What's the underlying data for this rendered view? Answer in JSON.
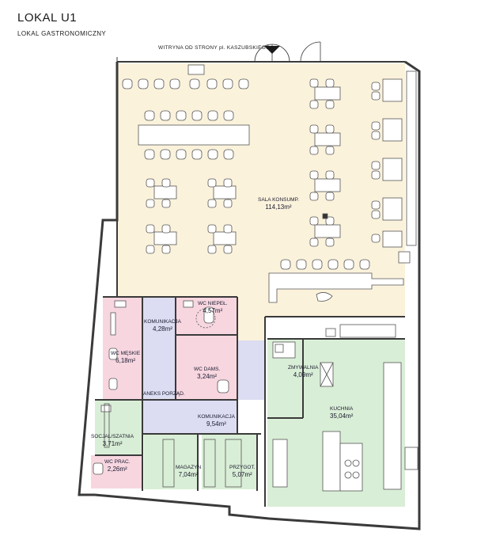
{
  "header": {
    "title": "LOKAL U1",
    "subtitle": "LOKAL GASTRONOMICZNY"
  },
  "frontage_label": "WITRYNA OD STRONY pl. KASZUBSKIEGO",
  "rooms": {
    "sala": {
      "name": "SALA KONSUMP.",
      "area": "114,13m²"
    },
    "wc_niepel": {
      "name": "WC NIEPEŁ.",
      "area": "4,57m²"
    },
    "komunikacja_1": {
      "name": "KOMUNIKACJA",
      "area": "4,28m²"
    },
    "wc_meskie": {
      "name": "WC MĘSKIE",
      "area": "6,18m²"
    },
    "wc_dams": {
      "name": "WC DAMS.",
      "area": "3,24m²"
    },
    "aneks": {
      "name": "ANEKS PORZĄD."
    },
    "zmywalnia": {
      "name": "ZMYWALNIA",
      "area": "4,09m²"
    },
    "kuchnia": {
      "name": "KUCHNIA",
      "area": "35,04m²"
    },
    "komunikacja_2": {
      "name": "KOMUNIKACJA",
      "area": "9,54m²"
    },
    "socjal": {
      "name": "SOCJAL/SZATNIA",
      "area": "3,71m²"
    },
    "wc_prac": {
      "name": "WC PRAC.",
      "area": "2,26m²"
    },
    "magazyn": {
      "name": "MAGAZYN",
      "area": "7,04m²"
    },
    "przygot": {
      "name": "PRZYGOT.",
      "area": "5,07m²"
    }
  },
  "colors": {
    "sala": "#fbf2dc",
    "wc": "#f7d6e0",
    "communication": "#dcdcf2",
    "kitchen": "#d9eed6",
    "wall": "#3a3a3a"
  }
}
